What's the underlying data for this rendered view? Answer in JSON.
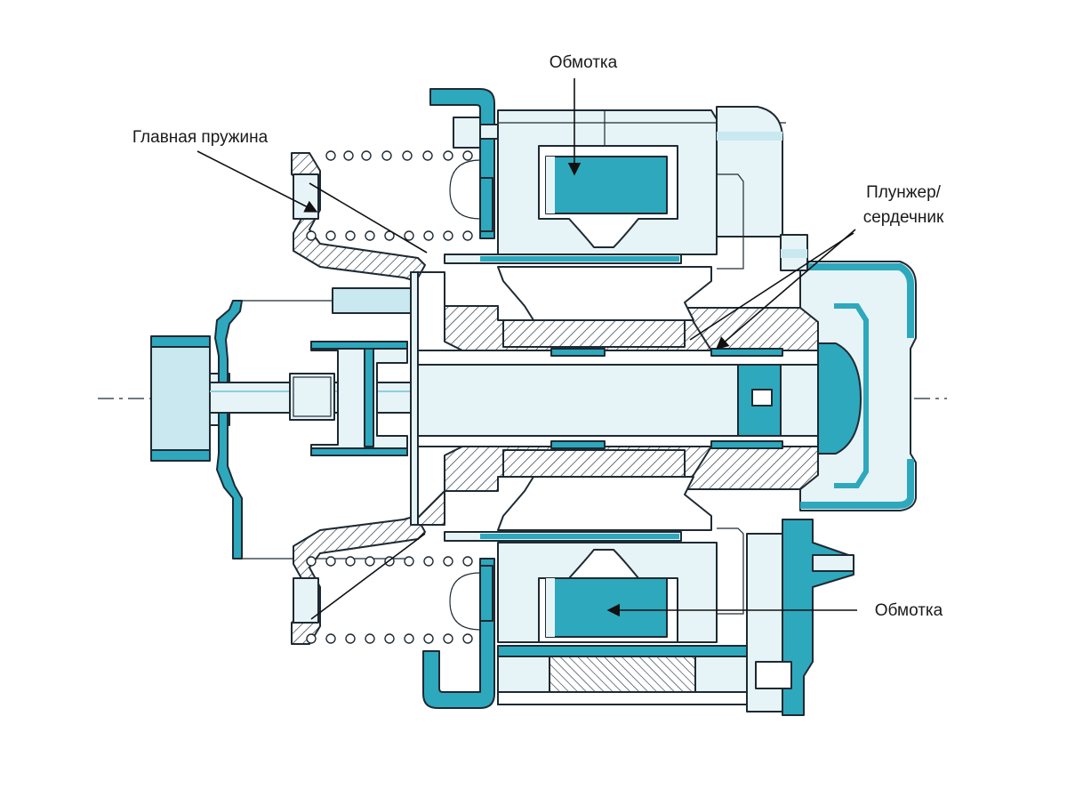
{
  "labels": {
    "winding_top": "Обмотка",
    "main_spring": "Главная пружина",
    "plunger_core_line1": "Плунжер/",
    "plunger_core_line2": "сердечник",
    "winding_bottom": "Обмотка"
  },
  "colors": {
    "teal": "#2ea8bd",
    "light_fill": "#e6f4f8",
    "outline": "#1e2a33"
  }
}
